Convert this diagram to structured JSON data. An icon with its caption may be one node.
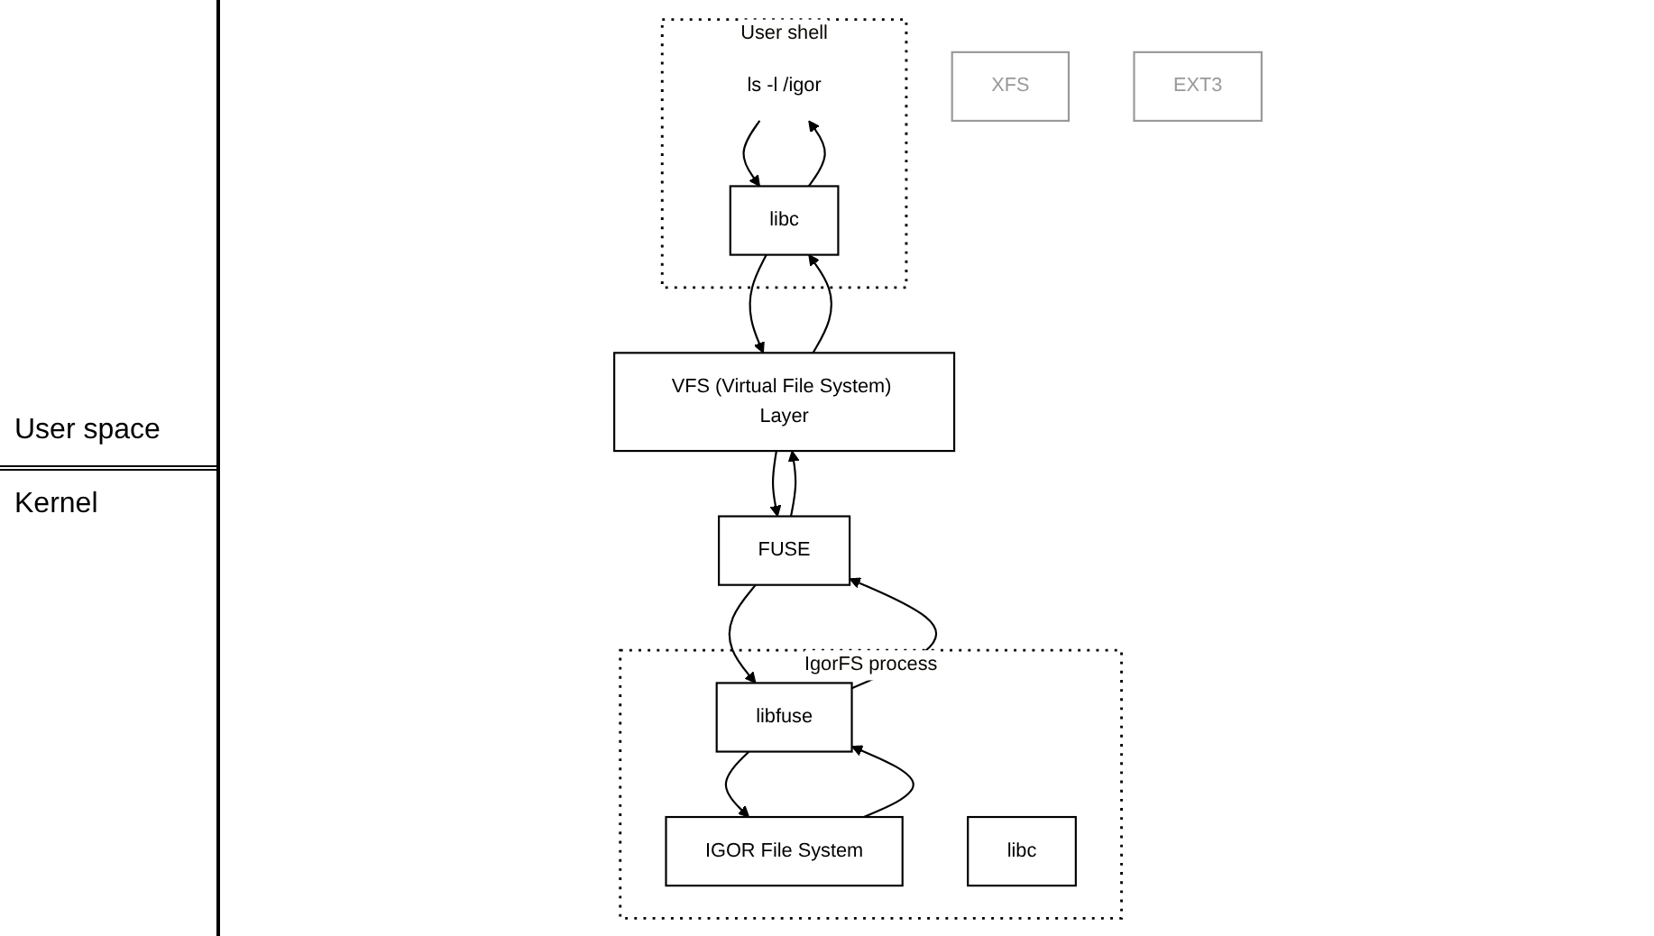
{
  "diagram": {
    "nodes": [
      {
        "text": [
          "User shell"
        ]
      },
      {
        "text": [
          "ls -l /igor"
        ],
        "in": 0
      },
      {
        "text": [
          "libc"
        ],
        "in": 0
      },
      {
        "text": [
          "IgorFS process"
        ]
      },
      {
        "text": [
          "IGOR File System"
        ],
        "in": 3
      },
      {
        "text": [
          "libfuse"
        ],
        "in": 3
      },
      {
        "text": [
          "libc"
        ],
        "in": 3
      },
      {
        "text": [
          "VFS (Virtual File System) Layer"
        ]
      },
      {
        "text": [
          "FUSE"
        ]
      },
      {
        "text": [
          "XFS"
        ]
      },
      {
        "text": [
          "EXT3"
        ]
      }
    ],
    "edges": [
      {
        "from": 1,
        "to": 2,
        "arrow": "to"
      },
      {
        "from": 2,
        "to": 7,
        "arrow": "to"
      },
      {
        "from": 7,
        "to": 8,
        "arrow": "to"
      },
      {
        "from": 8,
        "to": 5,
        "arrow": "to"
      },
      {
        "from": 5,
        "to": 4,
        "arrow": "to"
      },
      {
        "from": 4,
        "to": 5,
        "arrow": "to"
      },
      {
        "from": 5,
        "to": 8,
        "arrow": "to"
      },
      {
        "from": 8,
        "to": 7,
        "arrow": "to"
      },
      {
        "from": 7,
        "to": 2,
        "arrow": "to"
      },
      {
        "from": 2,
        "to": 1,
        "arrow": "to"
      }
    ],
    "labels": [
      "User space",
      "Kernel"
    ]
  }
}
